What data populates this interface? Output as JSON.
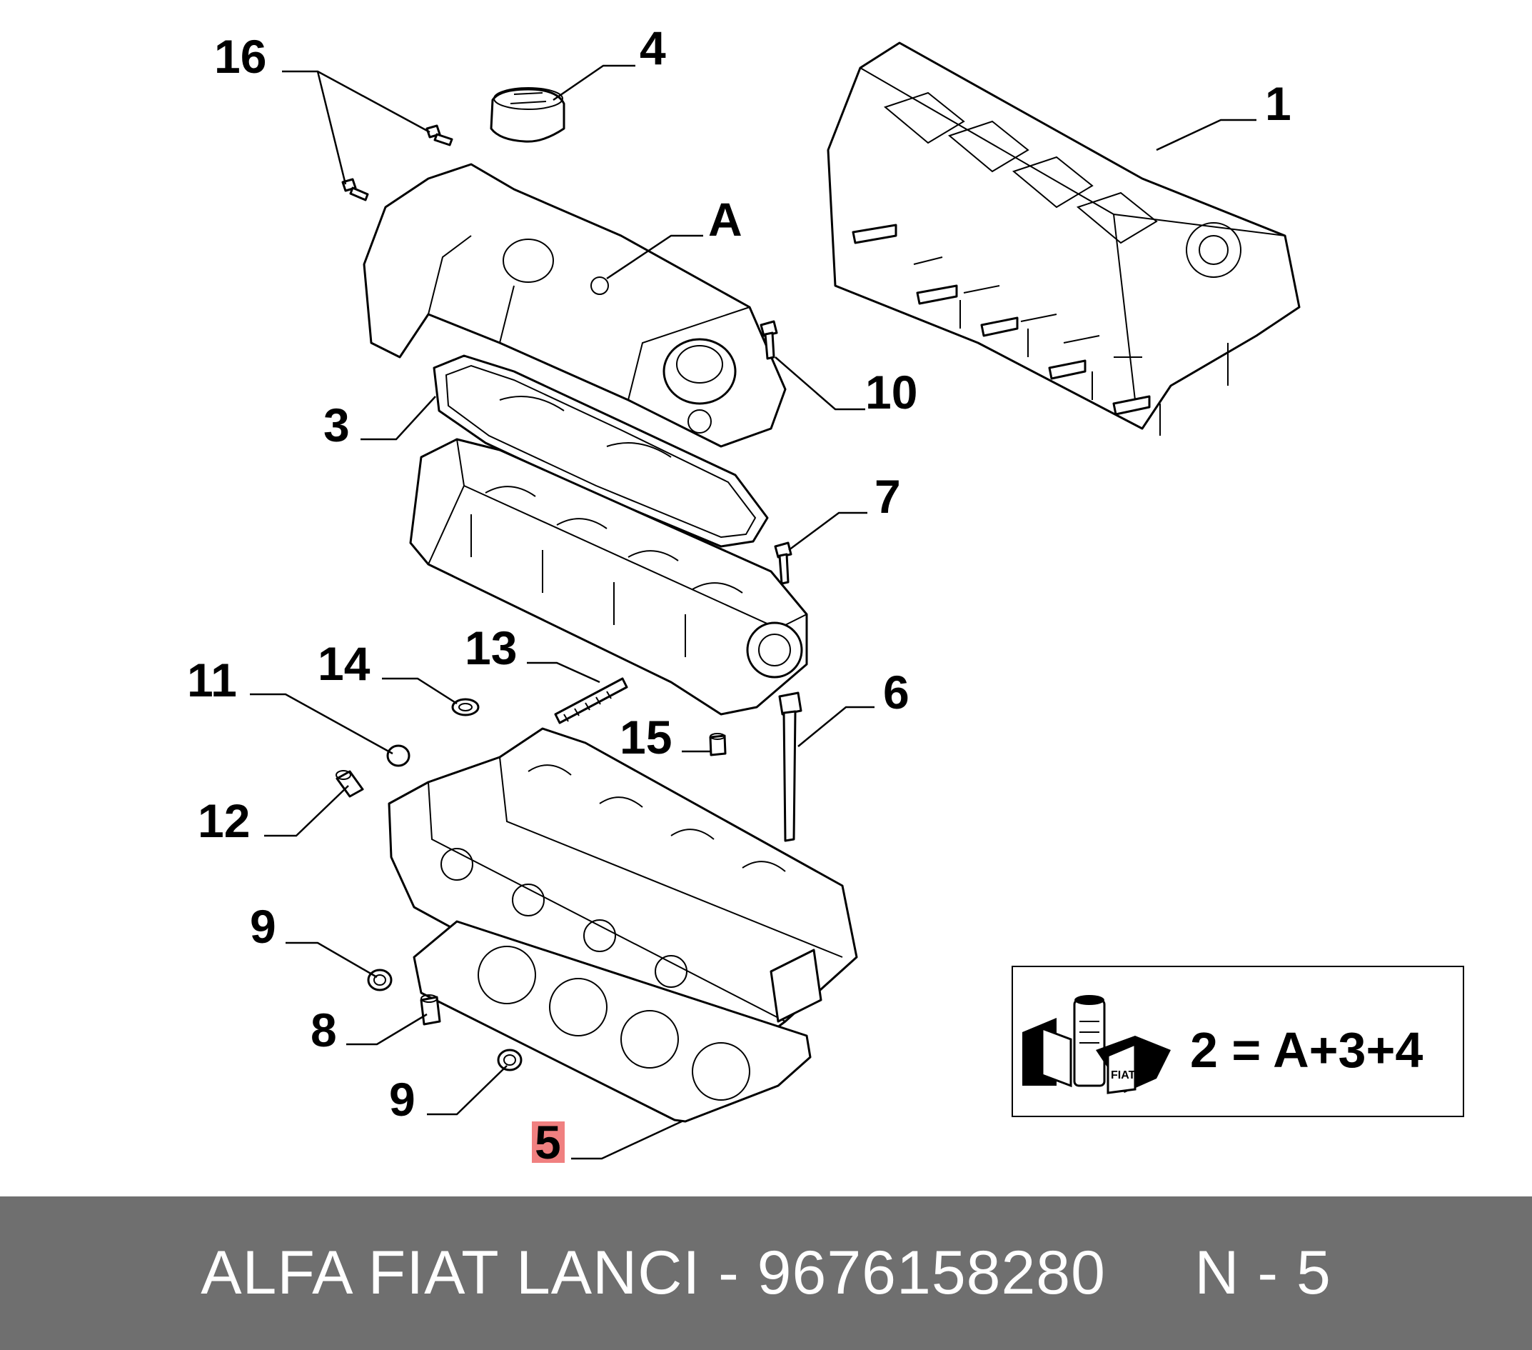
{
  "callouts": {
    "c16": "16",
    "c4": "4",
    "cA": "A",
    "c1": "1",
    "c10": "10",
    "c3": "3",
    "c7": "7",
    "c13": "13",
    "c14": "14",
    "c11": "11",
    "c15": "15",
    "c6": "6",
    "c12": "12",
    "c9a": "9",
    "c8": "8",
    "c9b": "9",
    "c5": "5"
  },
  "kit": {
    "formula": "2 = A+3+4",
    "logo_text": "FIAT"
  },
  "footer": {
    "text": "ALFA FIAT LANCI - 9676158280     N - 5"
  },
  "colors": {
    "highlight": "#f08080",
    "footer_bg": "#6f6f6f",
    "footer_text": "#ffffff"
  }
}
